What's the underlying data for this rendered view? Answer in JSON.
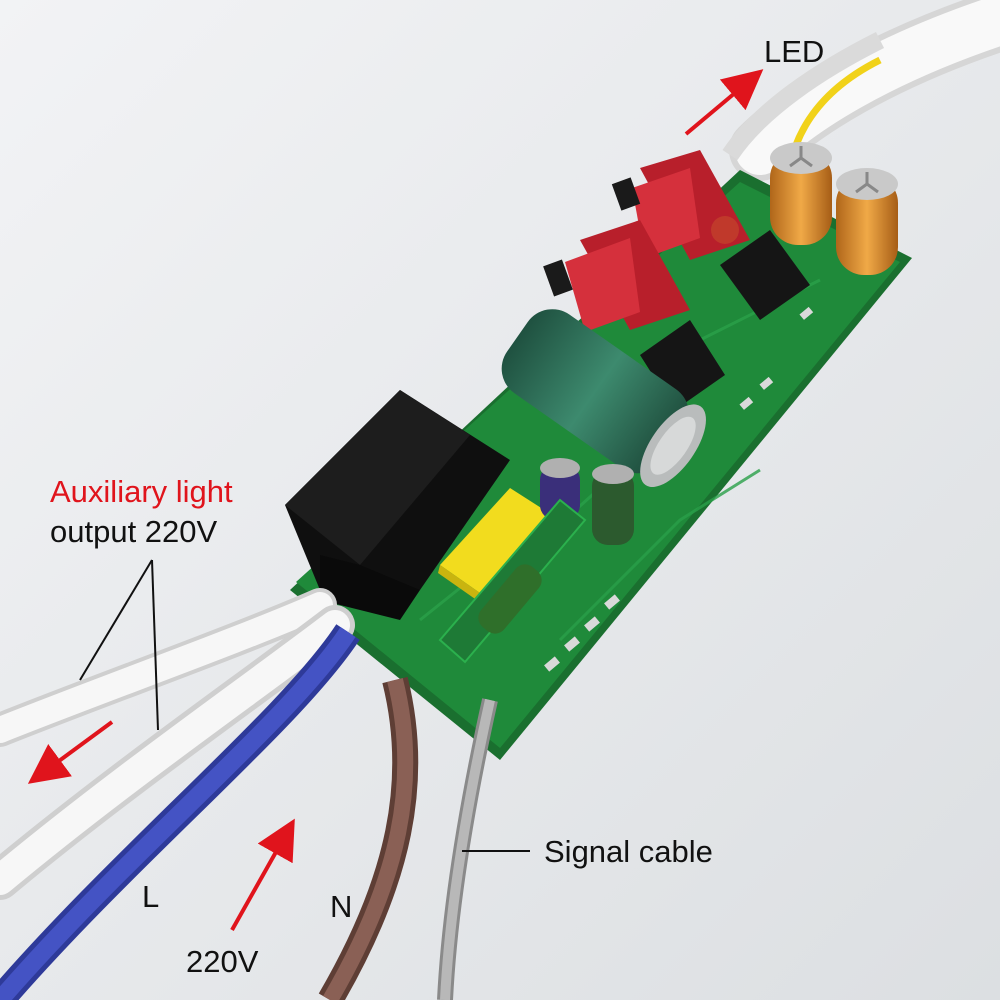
{
  "labels": {
    "led": "LED",
    "auxiliary_light": "Auxiliary light",
    "auxiliary_output": "output 220V",
    "signal_cable": "Signal cable",
    "live": "L",
    "neutral": "N",
    "input_voltage": "220V"
  },
  "colors": {
    "background": "#eceef0",
    "pcb": "#1f8a3a",
    "arrow": "#e0141c",
    "wire_blue": "#3b48b8",
    "wire_brown": "#7a5448",
    "wire_gray": "#a8a8a8",
    "wire_white": "#f7f7f7",
    "wire_yellow": "#f1d21a",
    "relay": "#1a1a1a",
    "capacitor_large": "#2f6b55",
    "capacitor_small": "#d9892a",
    "transformer": "#c4252f"
  }
}
